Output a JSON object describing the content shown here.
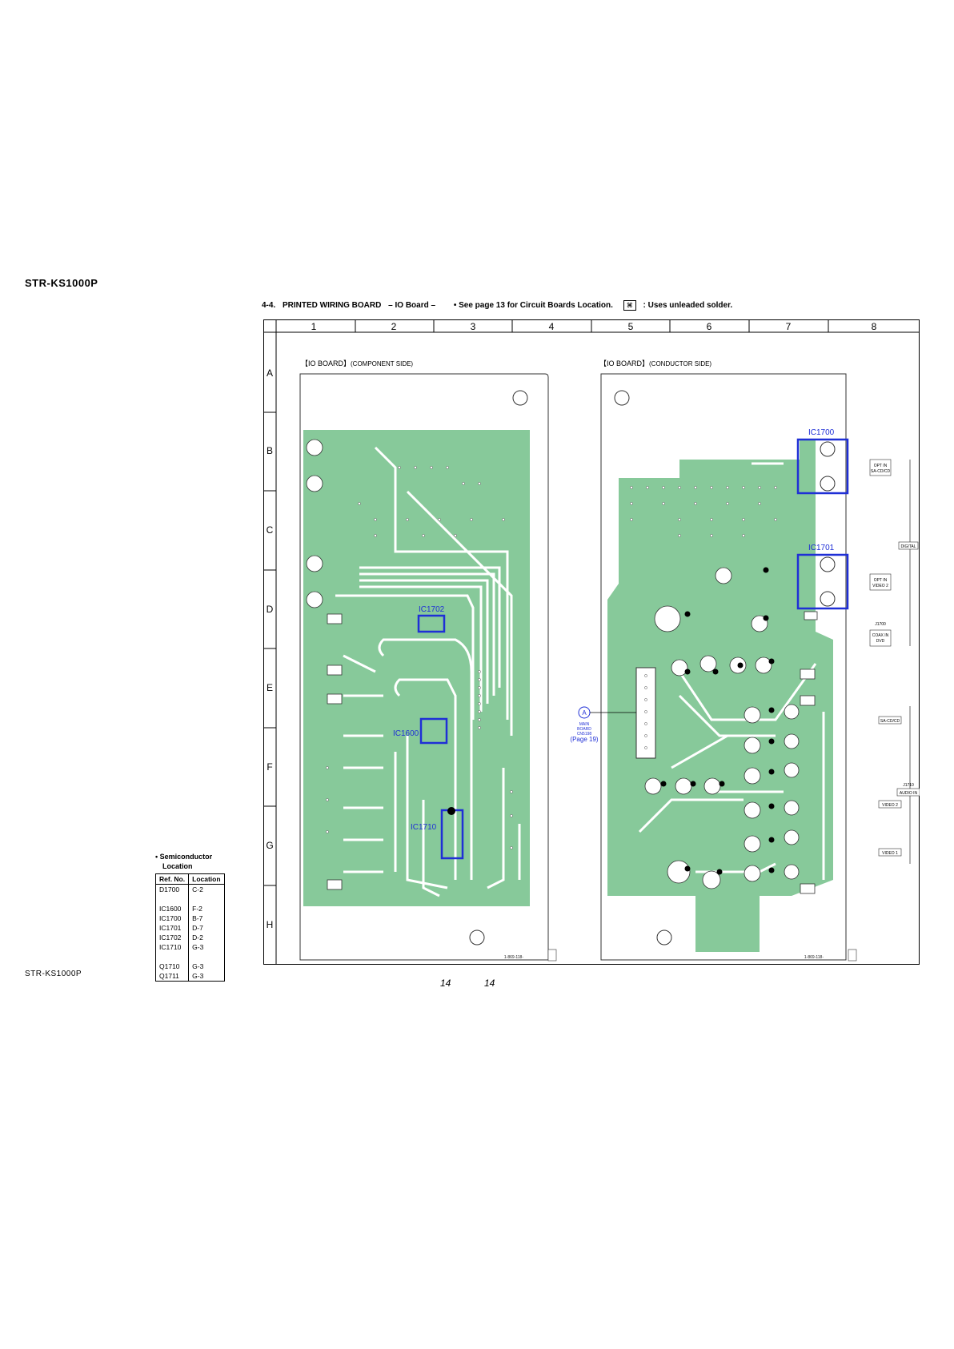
{
  "header": {
    "model": "STR-KS1000P",
    "section": "4-4.",
    "title": "PRINTED WIRING BOARD",
    "board": "– IO Board –",
    "note_see": "• See page 13 for Circuit Boards Location.",
    "solder_note": ": Uses unleaded solder."
  },
  "grid": {
    "columns": [
      "1",
      "2",
      "3",
      "4",
      "5",
      "6",
      "7",
      "8"
    ],
    "rows": [
      "A",
      "B",
      "C",
      "D",
      "E",
      "F",
      "G",
      "H"
    ]
  },
  "boards": {
    "left_caption": "【IO BOARD】",
    "left_side": "(COMPONENT SIDE)",
    "right_caption": "【IO BOARD】",
    "right_side": "(CONDUCTOR SIDE)",
    "board_code_left": "1-869-118-",
    "board_code_right": "1-869-118-"
  },
  "ic_labels": [
    "IC1700",
    "IC1701",
    "IC1702",
    "IC1600",
    "IC1710"
  ],
  "connectors": {
    "main_board_ref": "A",
    "main_board": "MAIN",
    "main_board_2": "BOARD",
    "main_board_cn": "CN5198",
    "main_board_page": "(Page 19)",
    "opt_in_1": "OPT IN",
    "opt_in_1_src": "SA-CD/CD",
    "opt_in_2": "OPT IN",
    "opt_in_2_src": "VIDEO 2",
    "coax_ref": "J1700",
    "coax": "COAX IN",
    "coax_src": "DVD",
    "digital": "DIGITAL",
    "audio_ref": "J1710",
    "audio": "AUDIO IN",
    "sacd": "SA-CD/CD",
    "video2": "VIDEO 2",
    "video1": "VIDEO 1"
  },
  "legend": {
    "title_1": "• Semiconductor",
    "title_2": "Location",
    "col_ref": "Ref. No.",
    "col_loc": "Location",
    "rows": [
      {
        "ref": "D1700",
        "loc": "C-2"
      },
      {
        "ref": "",
        "loc": ""
      },
      {
        "ref": "IC1600",
        "loc": "F-2"
      },
      {
        "ref": "IC1700",
        "loc": "B-7"
      },
      {
        "ref": "IC1701",
        "loc": "D-7"
      },
      {
        "ref": "IC1702",
        "loc": "D-2"
      },
      {
        "ref": "IC1710",
        "loc": "G-3"
      },
      {
        "ref": "",
        "loc": ""
      },
      {
        "ref": "Q1710",
        "loc": "G-3"
      },
      {
        "ref": "Q1711",
        "loc": "G-3"
      }
    ]
  },
  "footer": {
    "model": "STR-KS1000P",
    "page_left": "14",
    "page_right": "14"
  },
  "colors": {
    "pcb_green": "#87c99a",
    "trace_white": "#ffffff",
    "highlight_blue": "#1f2fd6"
  }
}
